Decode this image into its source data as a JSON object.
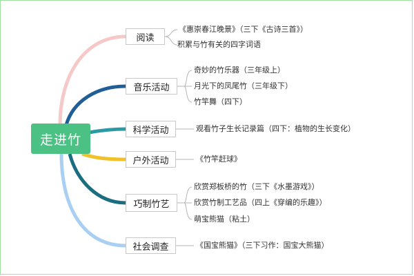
{
  "root": {
    "label": "走进竹"
  },
  "branches": [
    {
      "label": "阅读",
      "color": "#f6c9c9",
      "leaves": [
        "《惠崇春江晚景》（三下《古诗三首》）",
        "积累与竹有关的四字词语"
      ]
    },
    {
      "label": "音乐活动",
      "color": "#1f5f96",
      "leaves": [
        "奇妙的竹乐器（三年级上）",
        "月光下的凤尾竹（三年级下）",
        "竹竿舞（四下）"
      ]
    },
    {
      "label": "科学活动",
      "color": "#2a9ba5",
      "leaves": [
        "观看竹子生长记录篇（四下：植物的生长变化）"
      ]
    },
    {
      "label": "户外活动",
      "color": "#f2c028",
      "leaves": [
        "《竹竿赶球》"
      ]
    },
    {
      "label": "巧制竹艺",
      "color": "#1a6e80",
      "leaves": [
        "欣赏郑板桥的竹（三下《水墨游戏》）",
        "欣赏竹制工艺品（四上《穿编的乐趣》）",
        "萌宝熊猫（粘土）"
      ]
    },
    {
      "label": "社会调查",
      "color": "#a9cff2",
      "leaves": [
        "《国宝熊猫》（三下习作：国宝大熊猫）"
      ]
    }
  ]
}
